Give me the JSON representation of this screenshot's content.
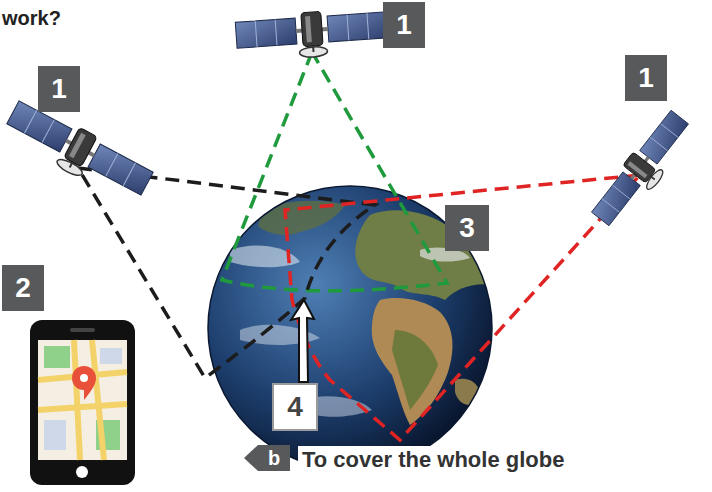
{
  "diagram": {
    "labels": [
      "work?",
      "1",
      "1",
      "1",
      "2",
      "3",
      "4",
      "b",
      "To cover the whole globe"
    ]
  }
}
